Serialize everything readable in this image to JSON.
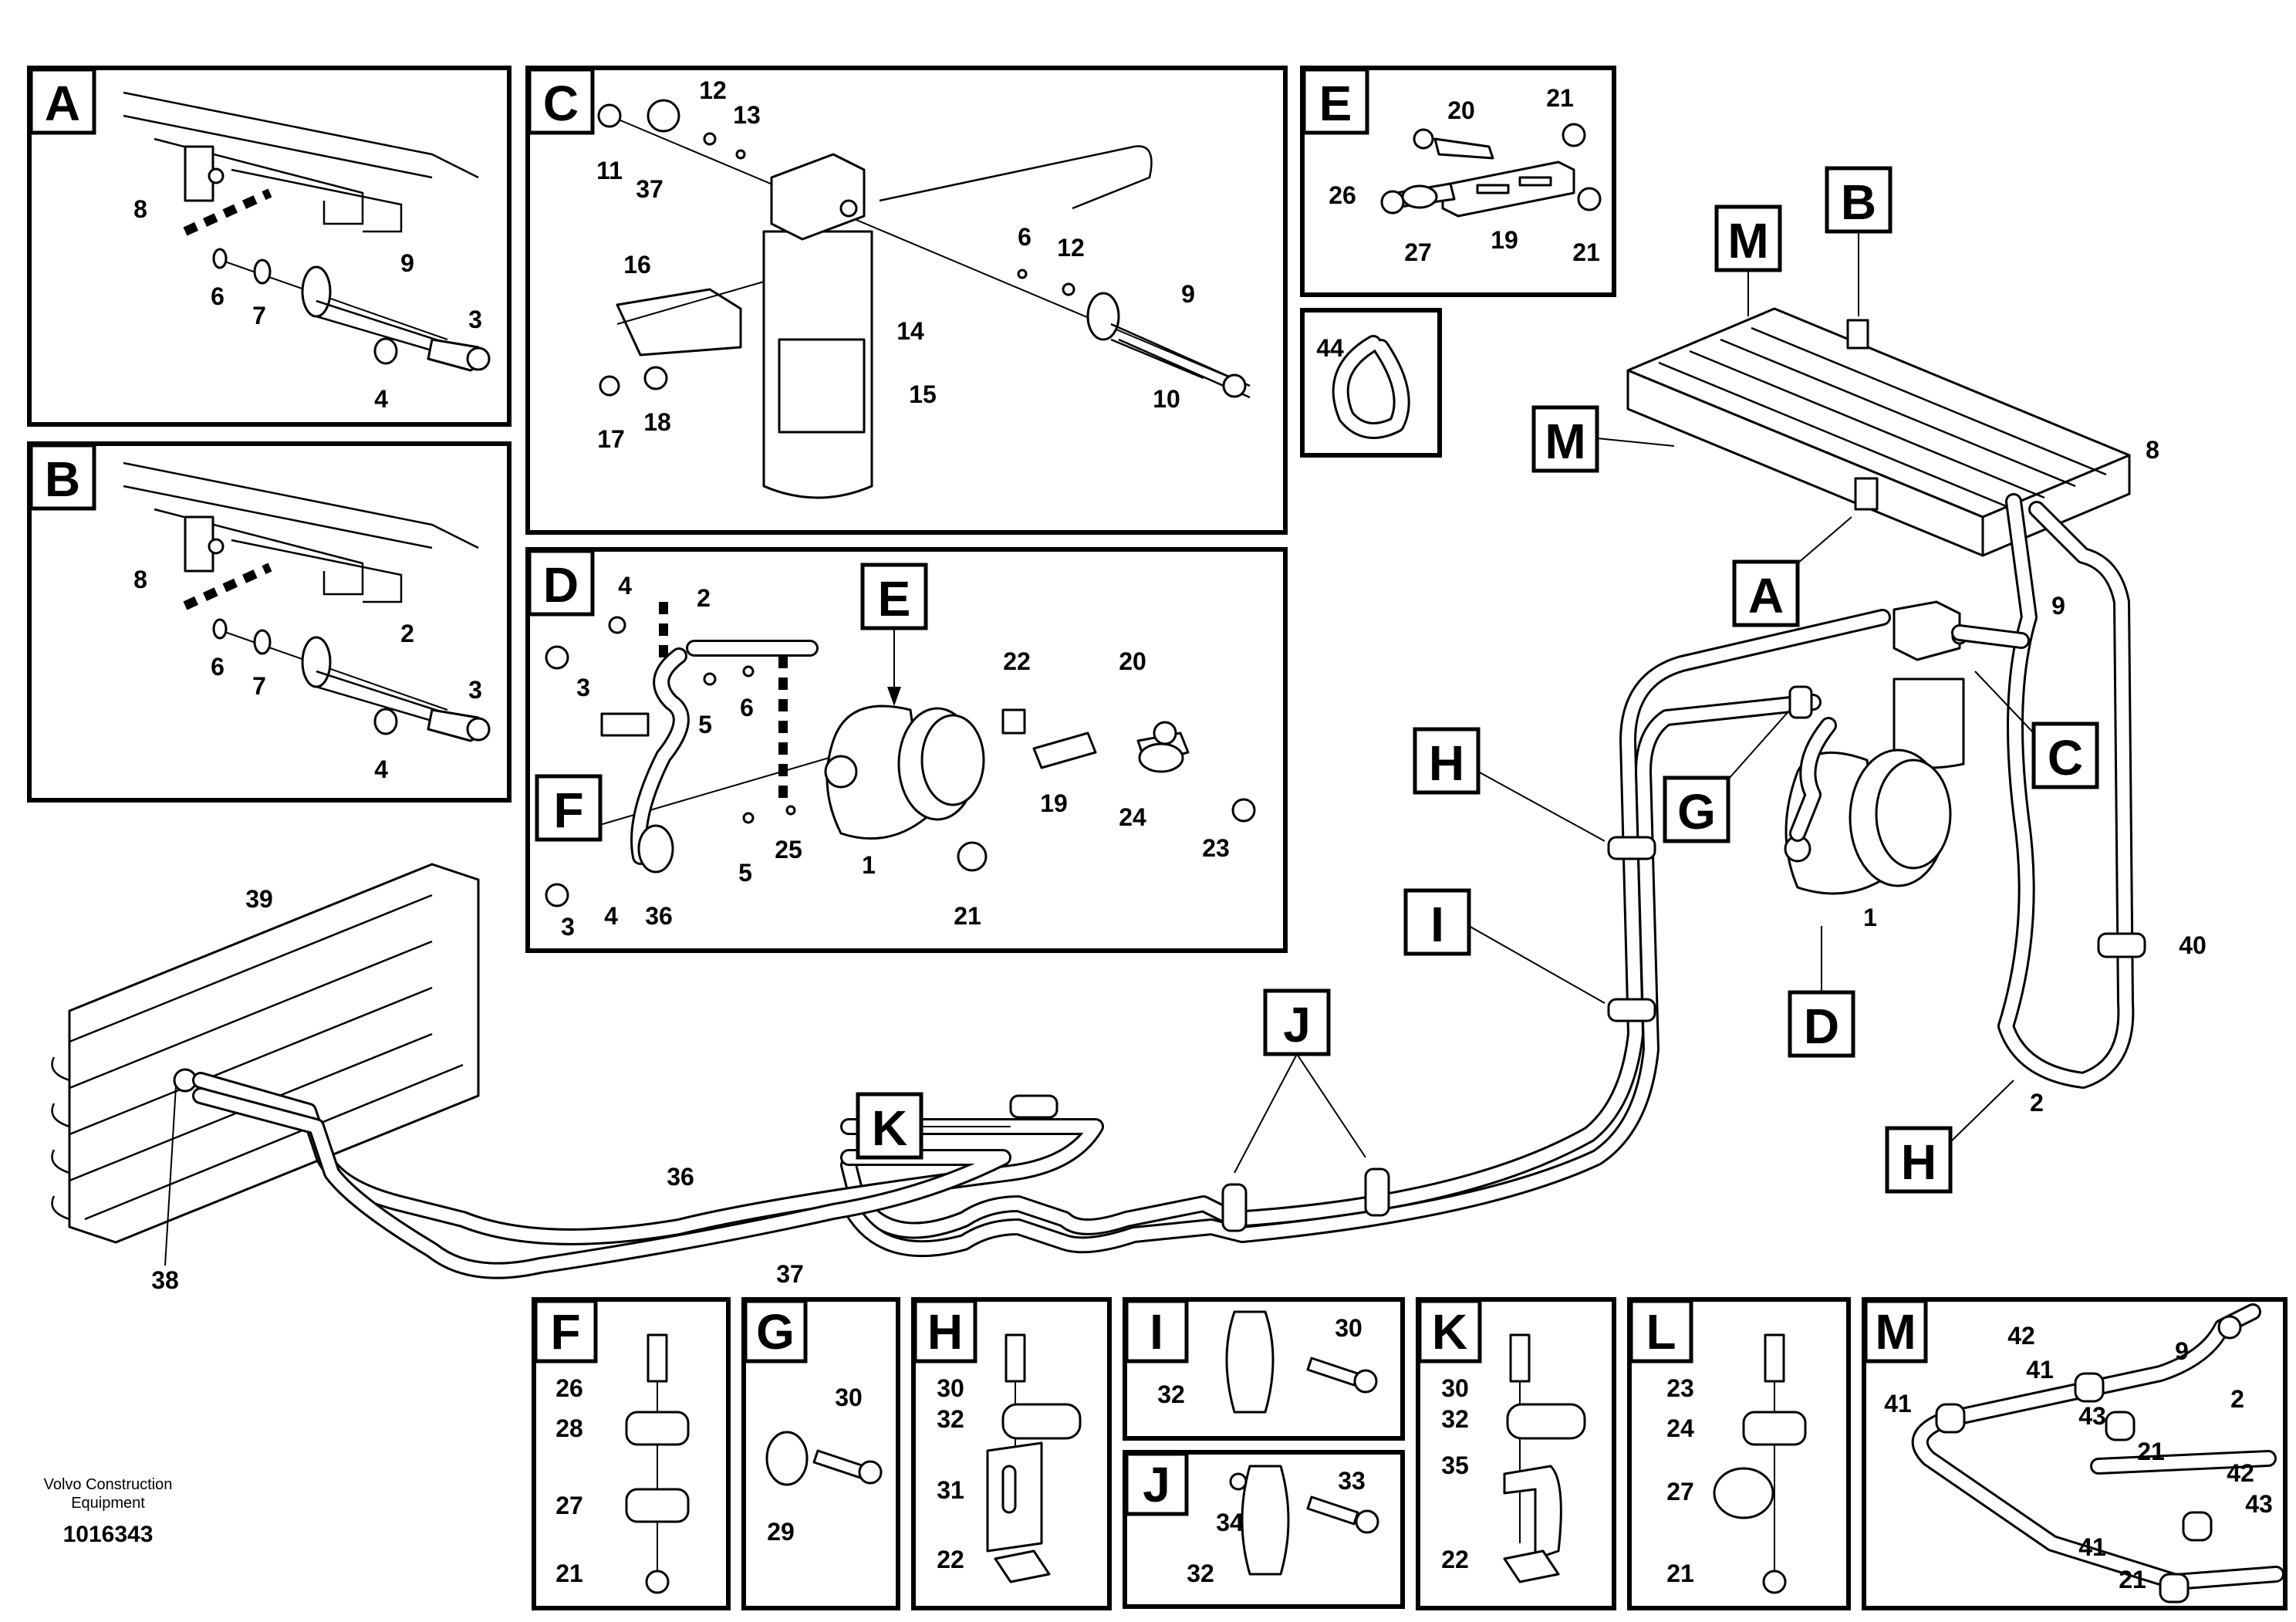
{
  "figure": {
    "footer_brand": "Volvo Construction",
    "footer_brand2": "Equipment",
    "doc_number": "1016343"
  },
  "tags": {
    "A": "A",
    "B": "B",
    "C": "C",
    "D": "D",
    "E": "E",
    "F": "F",
    "G": "G",
    "H": "H",
    "I": "I",
    "J": "J",
    "K": "K",
    "L": "L",
    "M": "M"
  },
  "parts": {
    "p1": "1",
    "p2": "2",
    "p3": "3",
    "p4": "4",
    "p5": "5",
    "p6": "6",
    "p7": "7",
    "p8": "8",
    "p9": "9",
    "p10": "10",
    "p11": "11",
    "p12": "12",
    "p13": "13",
    "p14": "14",
    "p15": "15",
    "p16": "16",
    "p17": "17",
    "p18": "18",
    "p19": "19",
    "p20": "20",
    "p21": "21",
    "p22": "22",
    "p23": "23",
    "p24": "24",
    "p25": "25",
    "p26": "26",
    "p27": "27",
    "p28": "28",
    "p29": "29",
    "p30": "30",
    "p31": "31",
    "p32": "32",
    "p33": "33",
    "p34": "34",
    "p35": "35",
    "p36": "36",
    "p37": "37",
    "p38": "38",
    "p39": "39",
    "p40": "40",
    "p41": "41",
    "p42": "42",
    "p43": "43",
    "p44": "44"
  }
}
